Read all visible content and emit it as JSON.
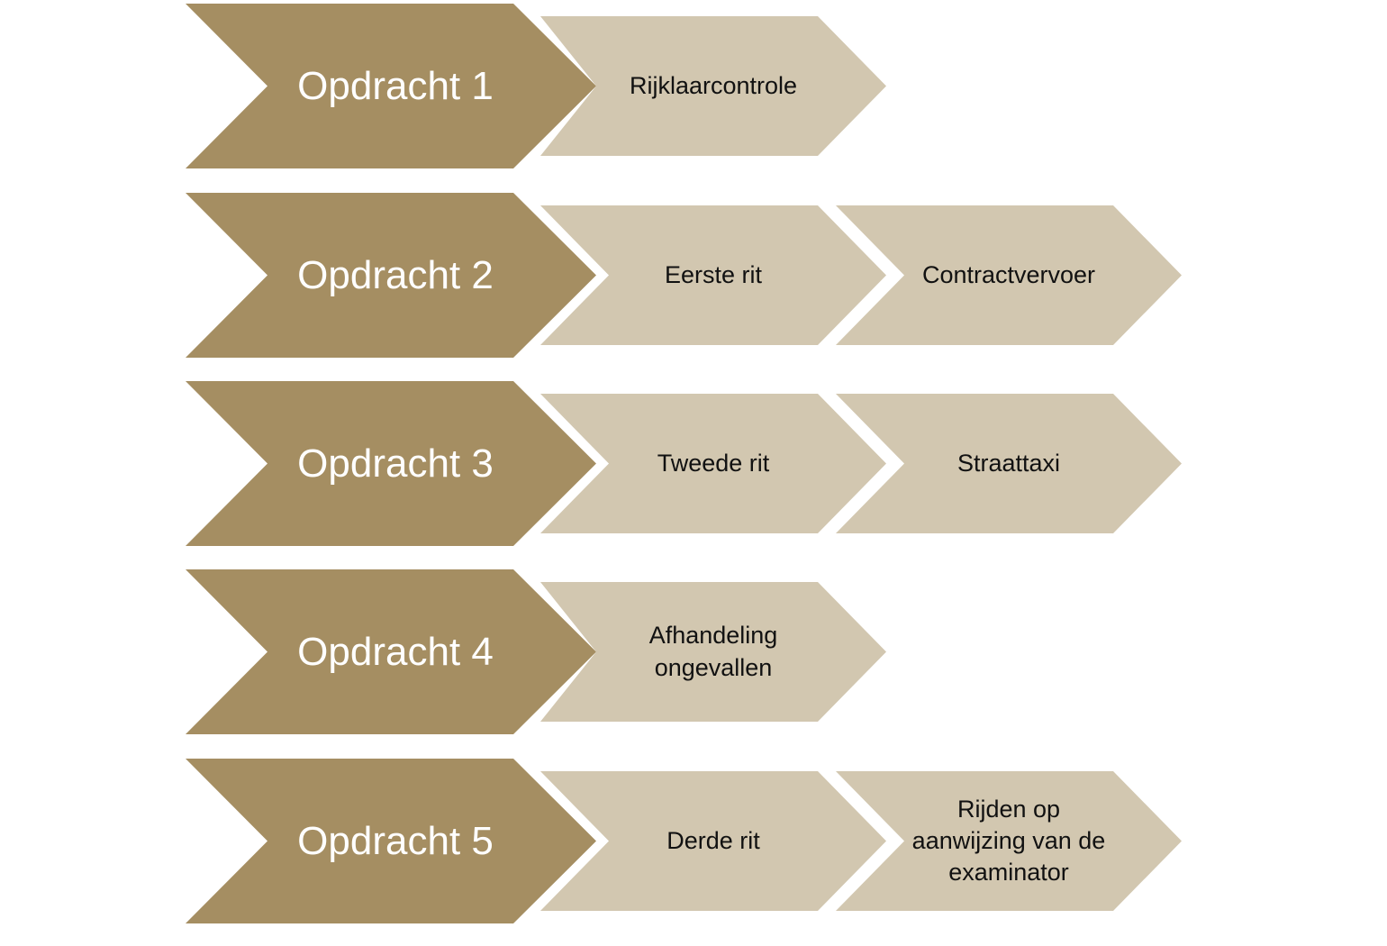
{
  "colors": {
    "primary_chevron": "#a58e62",
    "secondary_chevron": "#d2c7b0",
    "primary_text": "#ffffff",
    "secondary_text": "#111111",
    "background": "#ffffff"
  },
  "rows": [
    {
      "label": "Opdracht 1",
      "steps": [
        "Rijklaarcontrole"
      ]
    },
    {
      "label": "Opdracht 2",
      "steps": [
        "Eerste rit",
        "Contractvervoer"
      ]
    },
    {
      "label": "Opdracht 3",
      "steps": [
        "Tweede rit",
        "Straattaxi"
      ]
    },
    {
      "label": "Opdracht 4",
      "steps": [
        "Afhandeling ongevallen"
      ]
    },
    {
      "label": "Opdracht 5",
      "steps": [
        "Derde rit",
        "Rijden op aanwijzing van de examinator"
      ]
    }
  ]
}
